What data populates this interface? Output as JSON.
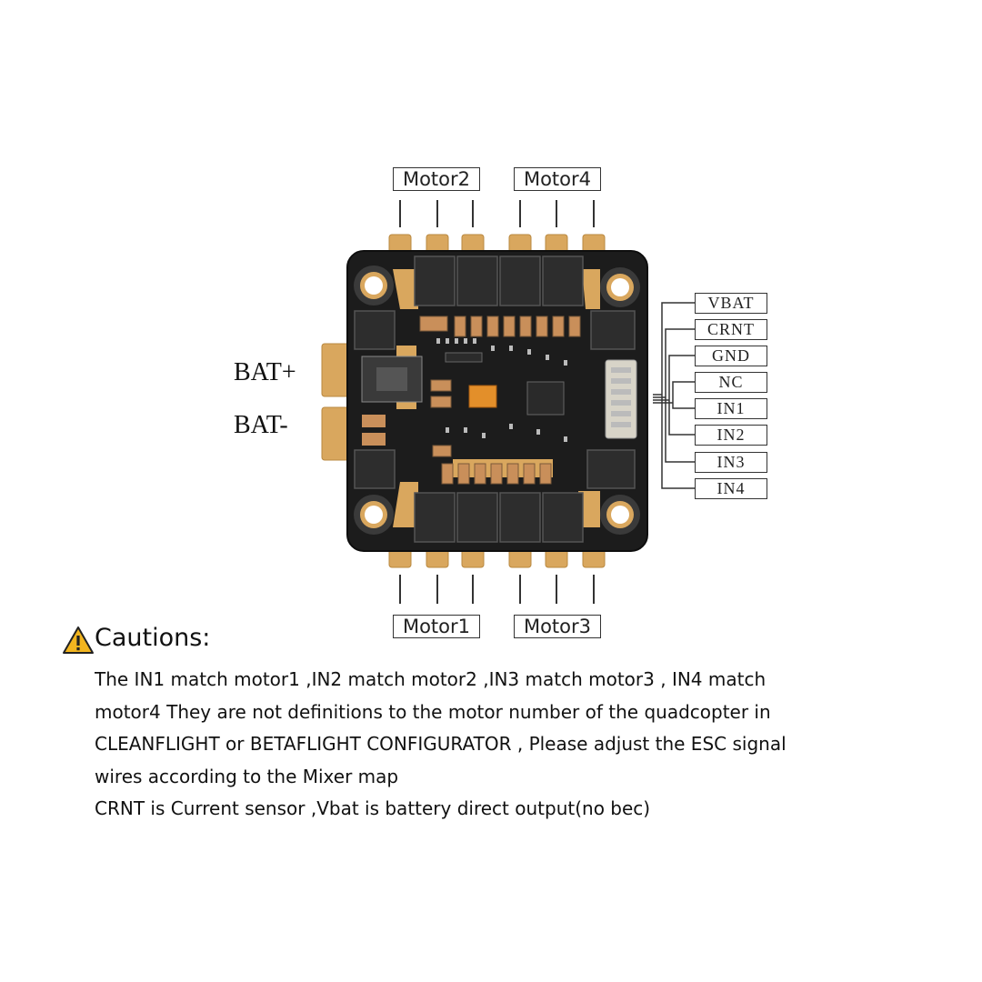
{
  "motors_top": [
    "Motor2",
    "Motor4"
  ],
  "motors_bottom": [
    "Motor1",
    "Motor3"
  ],
  "battery": {
    "positive": "BAT+",
    "negative": "BAT-"
  },
  "signal_pins": [
    "VBAT",
    "CRNT",
    "GND",
    "NC",
    "IN1",
    "IN2",
    "IN3",
    "IN4"
  ],
  "cautions": {
    "title": "Cautions:",
    "lines": [
      "The IN1 match motor1 ,IN2 match motor2 ,IN3 match motor3 , IN4 match",
      "motor4 They are not definitions to the motor number of the quadcopter in",
      "CLEANFLIGHT or BETAFLIGHT CONFIGURATOR , Please adjust the ESC signal",
      "wires according to the Mixer map",
      "CRNT is Current sensor ,Vbat is battery direct output(no bec)"
    ]
  },
  "colors": {
    "board": "#1c1c1c",
    "copper": "#d9a75e",
    "mosfet": "#2a2a2a",
    "line": "#333333"
  }
}
